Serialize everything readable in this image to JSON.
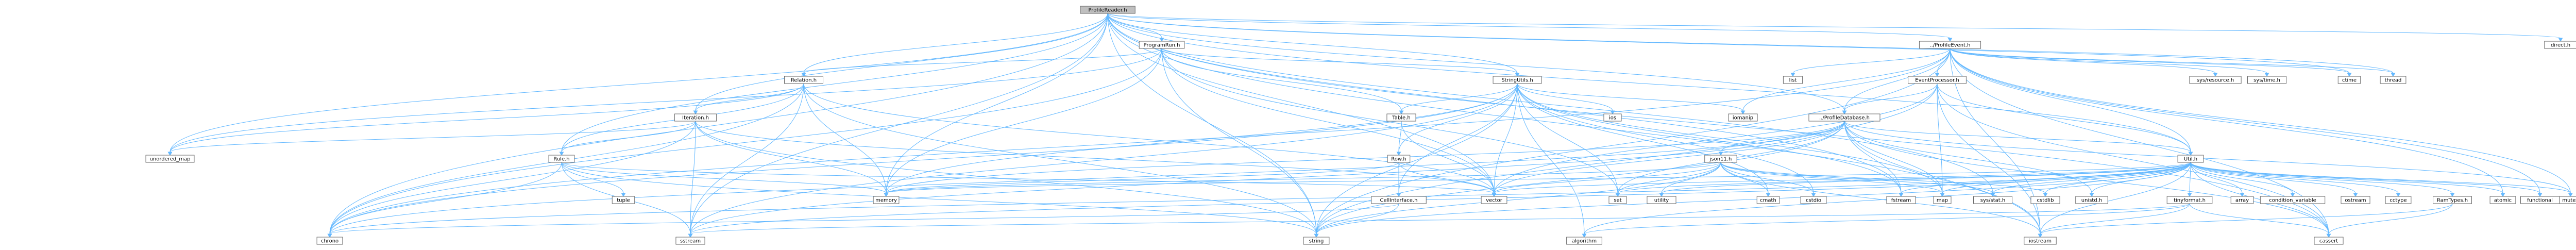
{
  "colors": {
    "root_fill": "#bfbfbf",
    "node_fill": "#ffffff",
    "node_border": "#666666",
    "link_border": "#bf0000",
    "edge": "#63b8ff"
  },
  "nodes": [
    {
      "id": "root",
      "label": "ProfileReader.h",
      "kind": "root"
    },
    {
      "id": "programrun",
      "label": "ProgramRun.h",
      "kind": "normal"
    },
    {
      "id": "profileevent",
      "label": "../ProfileEvent.h",
      "kind": "normal"
    },
    {
      "id": "direct",
      "label": "direct.h",
      "kind": "normal"
    },
    {
      "id": "relation",
      "label": "Relation.h",
      "kind": "normal"
    },
    {
      "id": "stringutils",
      "label": "StringUtils.h",
      "kind": "normal"
    },
    {
      "id": "eventproc",
      "label": "EventProcessor.h",
      "kind": "link"
    },
    {
      "id": "list",
      "label": "list",
      "kind": "normal"
    },
    {
      "id": "sysresource",
      "label": "sys/resource.h",
      "kind": "normal"
    },
    {
      "id": "systime",
      "label": "sys/time.h",
      "kind": "normal"
    },
    {
      "id": "ctime",
      "label": "ctime",
      "kind": "normal"
    },
    {
      "id": "thread",
      "label": "thread",
      "kind": "normal"
    },
    {
      "id": "iteration",
      "label": "Iteration.h",
      "kind": "normal"
    },
    {
      "id": "table",
      "label": "Table.h",
      "kind": "link"
    },
    {
      "id": "iomanip",
      "label": "iomanip",
      "kind": "normal"
    },
    {
      "id": "ios",
      "label": "ios",
      "kind": "normal"
    },
    {
      "id": "profiledb",
      "label": "../ProfileDatabase.h",
      "kind": "normal"
    },
    {
      "id": "unordered_map",
      "label": "unordered_map",
      "kind": "normal"
    },
    {
      "id": "rule",
      "label": "Rule.h",
      "kind": "normal"
    },
    {
      "id": "row",
      "label": "Row.h",
      "kind": "normal"
    },
    {
      "id": "json11",
      "label": "json11.h",
      "kind": "link"
    },
    {
      "id": "util",
      "label": "Util.h",
      "kind": "link"
    },
    {
      "id": "cellinterface",
      "label": "CellInterface.h",
      "kind": "normal"
    },
    {
      "id": "tuple",
      "label": "tuple",
      "kind": "normal"
    },
    {
      "id": "memory",
      "label": "memory",
      "kind": "normal"
    },
    {
      "id": "vector",
      "label": "vector",
      "kind": "normal"
    },
    {
      "id": "set",
      "label": "set",
      "kind": "normal"
    },
    {
      "id": "utility",
      "label": "utility",
      "kind": "normal"
    },
    {
      "id": "cmath",
      "label": "cmath",
      "kind": "normal"
    },
    {
      "id": "cstdio",
      "label": "cstdio",
      "kind": "normal"
    },
    {
      "id": "fstream",
      "label": "fstream",
      "kind": "normal"
    },
    {
      "id": "map",
      "label": "map",
      "kind": "normal"
    },
    {
      "id": "sysstat",
      "label": "sys/stat.h",
      "kind": "normal"
    },
    {
      "id": "cstdlib",
      "label": "cstdlib",
      "kind": "normal"
    },
    {
      "id": "unistd",
      "label": "unistd.h",
      "kind": "normal"
    },
    {
      "id": "tinyformat",
      "label": "tinyformat.h",
      "kind": "normal"
    },
    {
      "id": "array",
      "label": "array",
      "kind": "normal"
    },
    {
      "id": "condvar",
      "label": "condition_variable",
      "kind": "normal"
    },
    {
      "id": "ostream",
      "label": "ostream",
      "kind": "normal"
    },
    {
      "id": "cctype",
      "label": "cctype",
      "kind": "normal"
    },
    {
      "id": "ramtypes",
      "label": "RamTypes.h",
      "kind": "link"
    },
    {
      "id": "atomic",
      "label": "atomic",
      "kind": "normal"
    },
    {
      "id": "functional",
      "label": "functional",
      "kind": "normal"
    },
    {
      "id": "mutex",
      "label": "mutex",
      "kind": "normal"
    },
    {
      "id": "chrono",
      "label": "chrono",
      "kind": "normal"
    },
    {
      "id": "sstream",
      "label": "sstream",
      "kind": "normal"
    },
    {
      "id": "string",
      "label": "string",
      "kind": "normal"
    },
    {
      "id": "algorithm",
      "label": "algorithm",
      "kind": "normal"
    },
    {
      "id": "iostream",
      "label": "iostream",
      "kind": "normal"
    },
    {
      "id": "cassert",
      "label": "cassert",
      "kind": "normal"
    }
  ],
  "edges": [
    [
      "root",
      "programrun"
    ],
    [
      "root",
      "profileevent"
    ],
    [
      "root",
      "direct"
    ],
    [
      "root",
      "relation"
    ],
    [
      "root",
      "stringutils"
    ],
    [
      "root",
      "profiledb"
    ],
    [
      "root",
      "iteration"
    ],
    [
      "root",
      "rule"
    ],
    [
      "root",
      "thread"
    ],
    [
      "root",
      "ctime"
    ],
    [
      "root",
      "unordered_map"
    ],
    [
      "root",
      "memory"
    ],
    [
      "root",
      "vector"
    ],
    [
      "root",
      "string"
    ],
    [
      "root",
      "sstream"
    ],
    [
      "root",
      "chrono"
    ],
    [
      "root",
      "fstream"
    ],
    [
      "root",
      "sysstat"
    ],
    [
      "root",
      "iostream"
    ],
    [
      "root",
      "cassert"
    ],
    [
      "root",
      "util"
    ],
    [
      "programrun",
      "relation"
    ],
    [
      "programrun",
      "stringutils"
    ],
    [
      "programrun",
      "table"
    ],
    [
      "programrun",
      "chrono"
    ],
    [
      "programrun",
      "memory"
    ],
    [
      "programrun",
      "string"
    ],
    [
      "programrun",
      "unordered_map"
    ],
    [
      "programrun",
      "vector"
    ],
    [
      "programrun",
      "set"
    ],
    [
      "profileevent",
      "eventproc"
    ],
    [
      "profileevent",
      "profiledb"
    ],
    [
      "profileevent",
      "util"
    ],
    [
      "profileevent",
      "list"
    ],
    [
      "profileevent",
      "sysresource"
    ],
    [
      "profileevent",
      "systime"
    ],
    [
      "profileevent",
      "ctime"
    ],
    [
      "profileevent",
      "thread"
    ],
    [
      "profileevent",
      "iomanip"
    ],
    [
      "profileevent",
      "chrono"
    ],
    [
      "profileevent",
      "atomic"
    ],
    [
      "profileevent",
      "functional"
    ],
    [
      "profileevent",
      "mutex"
    ],
    [
      "profileevent",
      "string"
    ],
    [
      "profileevent",
      "iostream"
    ],
    [
      "profileevent",
      "cassert"
    ],
    [
      "relation",
      "iteration"
    ],
    [
      "relation",
      "rule"
    ],
    [
      "relation",
      "chrono"
    ],
    [
      "relation",
      "string"
    ],
    [
      "relation",
      "unordered_map"
    ],
    [
      "relation",
      "vector"
    ],
    [
      "relation",
      "sstream"
    ],
    [
      "relation",
      "memory"
    ],
    [
      "stringutils",
      "table"
    ],
    [
      "stringutils",
      "row"
    ],
    [
      "stringutils",
      "cellinterface"
    ],
    [
      "stringutils",
      "iomanip"
    ],
    [
      "stringutils",
      "ios"
    ],
    [
      "stringutils",
      "vector"
    ],
    [
      "stringutils",
      "string"
    ],
    [
      "stringutils",
      "memory"
    ],
    [
      "stringutils",
      "map"
    ],
    [
      "stringutils",
      "sstream"
    ],
    [
      "stringutils",
      "set"
    ],
    [
      "stringutils",
      "chrono"
    ],
    [
      "stringutils",
      "cstdio"
    ],
    [
      "stringutils",
      "fstream"
    ],
    [
      "stringutils",
      "cmath"
    ],
    [
      "stringutils",
      "algorithm"
    ],
    [
      "eventproc",
      "profiledb"
    ],
    [
      "eventproc",
      "util"
    ],
    [
      "eventproc",
      "map"
    ],
    [
      "eventproc",
      "string"
    ],
    [
      "eventproc",
      "cassert"
    ],
    [
      "eventproc",
      "vector"
    ],
    [
      "eventproc",
      "iostream"
    ],
    [
      "iteration",
      "rule"
    ],
    [
      "iteration",
      "unordered_map"
    ],
    [
      "iteration",
      "chrono"
    ],
    [
      "iteration",
      "string"
    ],
    [
      "iteration",
      "vector"
    ],
    [
      "iteration",
      "memory"
    ],
    [
      "iteration",
      "sstream"
    ],
    [
      "table",
      "row"
    ],
    [
      "table",
      "vector"
    ],
    [
      "profiledb",
      "json11"
    ],
    [
      "profiledb",
      "util"
    ],
    [
      "profiledb",
      "chrono"
    ],
    [
      "profiledb",
      "memory"
    ],
    [
      "profiledb",
      "map"
    ],
    [
      "profiledb",
      "mutex"
    ],
    [
      "profiledb",
      "set"
    ],
    [
      "profiledb",
      "vector"
    ],
    [
      "profiledb",
      "string"
    ],
    [
      "profiledb",
      "fstream"
    ],
    [
      "profiledb",
      "sstream"
    ],
    [
      "profiledb",
      "unistd"
    ],
    [
      "profiledb",
      "cassert"
    ],
    [
      "profiledb",
      "iostream"
    ],
    [
      "rule",
      "tuple"
    ],
    [
      "rule",
      "chrono"
    ],
    [
      "rule",
      "string"
    ],
    [
      "rule",
      "vector"
    ],
    [
      "rule",
      "sstream"
    ],
    [
      "rule",
      "memory"
    ],
    [
      "row",
      "cellinterface"
    ],
    [
      "row",
      "vector"
    ],
    [
      "row",
      "memory"
    ],
    [
      "json11",
      "utility"
    ],
    [
      "json11",
      "cmath"
    ],
    [
      "json11",
      "cstdio"
    ],
    [
      "json11",
      "cstdlib"
    ],
    [
      "json11",
      "string"
    ],
    [
      "json11",
      "vector"
    ],
    [
      "json11",
      "map"
    ],
    [
      "json11",
      "memory"
    ],
    [
      "json11",
      "iostream"
    ],
    [
      "json11",
      "sysstat"
    ],
    [
      "json11",
      "set"
    ],
    [
      "cellinterface",
      "chrono"
    ],
    [
      "cellinterface",
      "string"
    ],
    [
      "util",
      "tinyformat"
    ],
    [
      "util",
      "ramtypes"
    ],
    [
      "util",
      "array"
    ],
    [
      "util",
      "condvar"
    ],
    [
      "util",
      "ostream"
    ],
    [
      "util",
      "cctype"
    ],
    [
      "util",
      "atomic"
    ],
    [
      "util",
      "functional"
    ],
    [
      "util",
      "mutex"
    ],
    [
      "util",
      "cassert"
    ],
    [
      "util",
      "cstdlib"
    ],
    [
      "util",
      "unistd"
    ],
    [
      "util",
      "map"
    ],
    [
      "util",
      "sysstat"
    ],
    [
      "util",
      "fstream"
    ],
    [
      "util",
      "set"
    ],
    [
      "util",
      "utility"
    ],
    [
      "util",
      "vector"
    ],
    [
      "util",
      "memory"
    ],
    [
      "util",
      "iostream"
    ],
    [
      "util",
      "algorithm"
    ],
    [
      "util",
      "sstream"
    ],
    [
      "util",
      "string"
    ],
    [
      "util",
      "chrono"
    ],
    [
      "tinyformat",
      "cassert"
    ],
    [
      "tinyformat",
      "iostream"
    ],
    [
      "tinyformat",
      "sstream"
    ],
    [
      "tinyformat",
      "algorithm"
    ],
    [
      "ramtypes",
      "cassert"
    ],
    [
      "ramtypes",
      "iostream"
    ]
  ]
}
